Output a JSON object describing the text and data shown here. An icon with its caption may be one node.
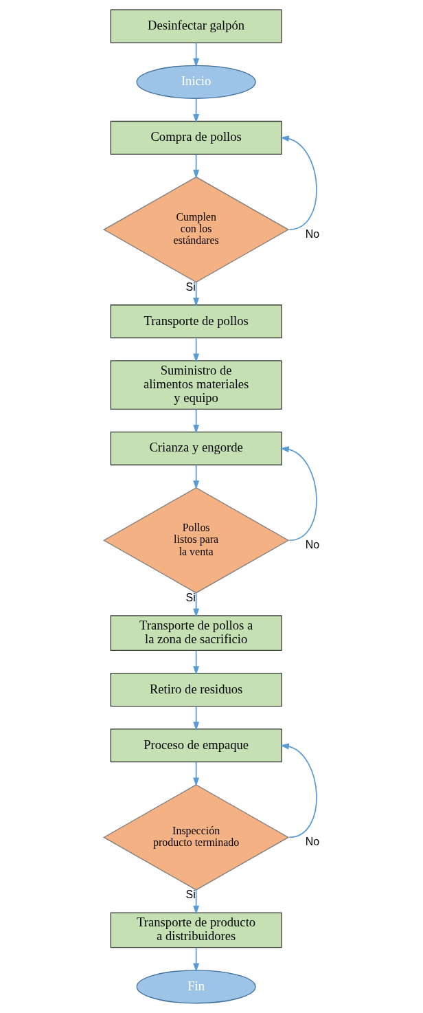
{
  "diagram": {
    "nodes": [
      {
        "text": [
          "Desinfectar galpón"
        ]
      },
      {
        "text": [
          "Inicio"
        ]
      },
      {
        "text": [
          "Compra de pollos"
        ]
      },
      {
        "text": [
          "Cumplen con los estándares"
        ]
      },
      {
        "text": [
          "Transporte de pollos"
        ]
      },
      {
        "text": [
          "Suministro de alimentos materiales y equipo"
        ]
      },
      {
        "text": [
          "Crianza y engorde"
        ]
      },
      {
        "text": [
          "Pollos listos para la venta"
        ]
      },
      {
        "text": [
          "Transporte de pollos a la zona de sacrificio"
        ]
      },
      {
        "text": [
          "Retiro de residuos"
        ]
      },
      {
        "text": [
          "Proceso de empaque"
        ]
      },
      {
        "text": [
          "Inspección producto terminado"
        ]
      },
      {
        "text": [
          "Transporte de producto a distribuidores"
        ]
      },
      {
        "text": [
          "Fin"
        ]
      }
    ],
    "edges": [
      {
        "from": 0,
        "to": 1,
        "arrow": "to"
      },
      {
        "from": 1,
        "to": 2,
        "arrow": "to"
      },
      {
        "from": 2,
        "to": 3,
        "arrow": "to"
      },
      {
        "from": 3,
        "to": 2,
        "arrow": "to",
        "label": "No"
      },
      {
        "from": 3,
        "to": 4,
        "arrow": "to",
        "label": "Si"
      },
      {
        "from": 4,
        "to": 5,
        "arrow": "to"
      },
      {
        "from": 5,
        "to": 6,
        "arrow": "to"
      },
      {
        "from": 6,
        "to": 7,
        "arrow": "to"
      },
      {
        "from": 7,
        "to": 6,
        "arrow": "to",
        "label": "No"
      },
      {
        "from": 7,
        "to": 8,
        "arrow": "to",
        "label": "Si"
      },
      {
        "from": 8,
        "to": 9,
        "arrow": "to"
      },
      {
        "from": 9,
        "to": 10,
        "arrow": "to"
      },
      {
        "from": 10,
        "to": 11,
        "arrow": "to"
      },
      {
        "from": 11,
        "to": 10,
        "arrow": "to",
        "label": "No"
      },
      {
        "from": 11,
        "to": 12,
        "arrow": "to",
        "label": "Si"
      },
      {
        "from": 12,
        "to": 13,
        "arrow": "to"
      }
    ]
  }
}
